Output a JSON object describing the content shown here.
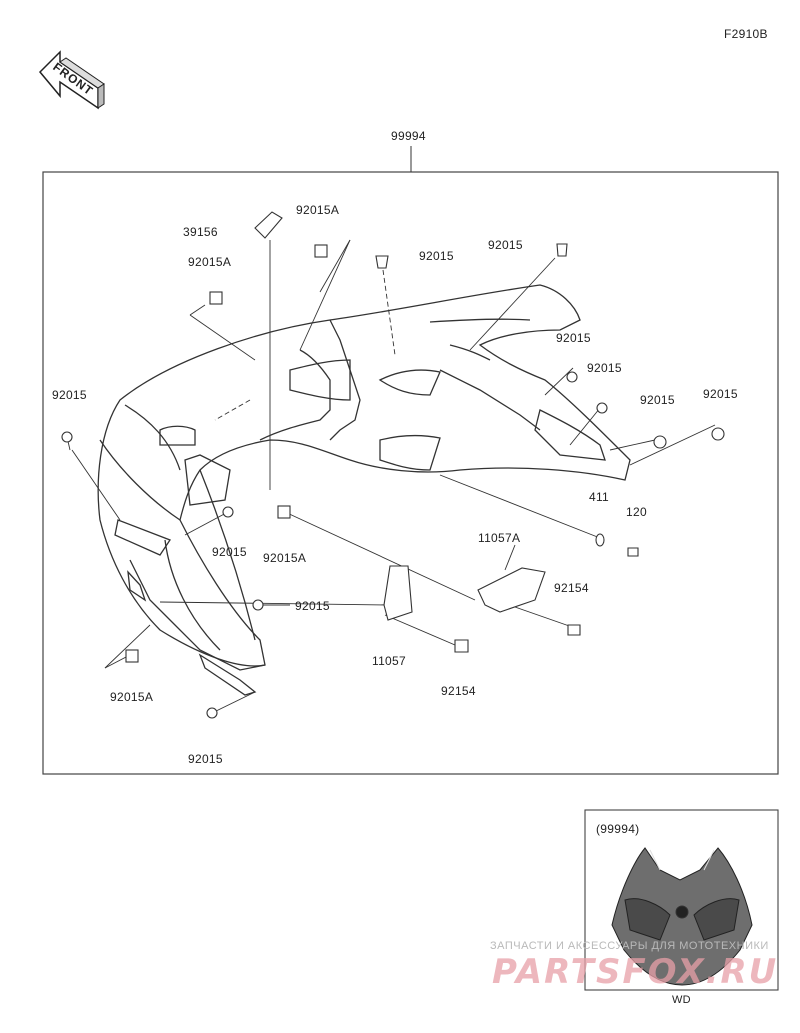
{
  "figure_code": "F2910B",
  "front_label": "FRONT",
  "main_assembly_number": "99994",
  "parts": {
    "p39156": "39156",
    "p92015A_top": "92015A",
    "p92015_top": "92015",
    "p92015A_left": "92015A",
    "p92015_topright": "92015",
    "p92015_left": "92015",
    "p92015_right1": "92015",
    "p92015_right2": "92015",
    "p92015_right3": "92015",
    "p92015_right4": "92015",
    "p411": "411",
    "p120": "120",
    "p11057A": "11057A",
    "p92015_mid": "92015",
    "p92015A_mid": "92015A",
    "p92154_right": "92154",
    "p92015_lowmid": "92015",
    "p11057": "11057",
    "p92154_bottom": "92154",
    "p92015A_bottom": "92015A",
    "p92015_bottom": "92015"
  },
  "inset": {
    "assembly_number": "(99994)",
    "color_code": "WD"
  },
  "watermark": {
    "line1": "ЗАПЧАСТИ И АКСЕССУАРЫ ДЛЯ МОТОТЕХНИКИ",
    "line2": "PARTSFOX.RU"
  }
}
